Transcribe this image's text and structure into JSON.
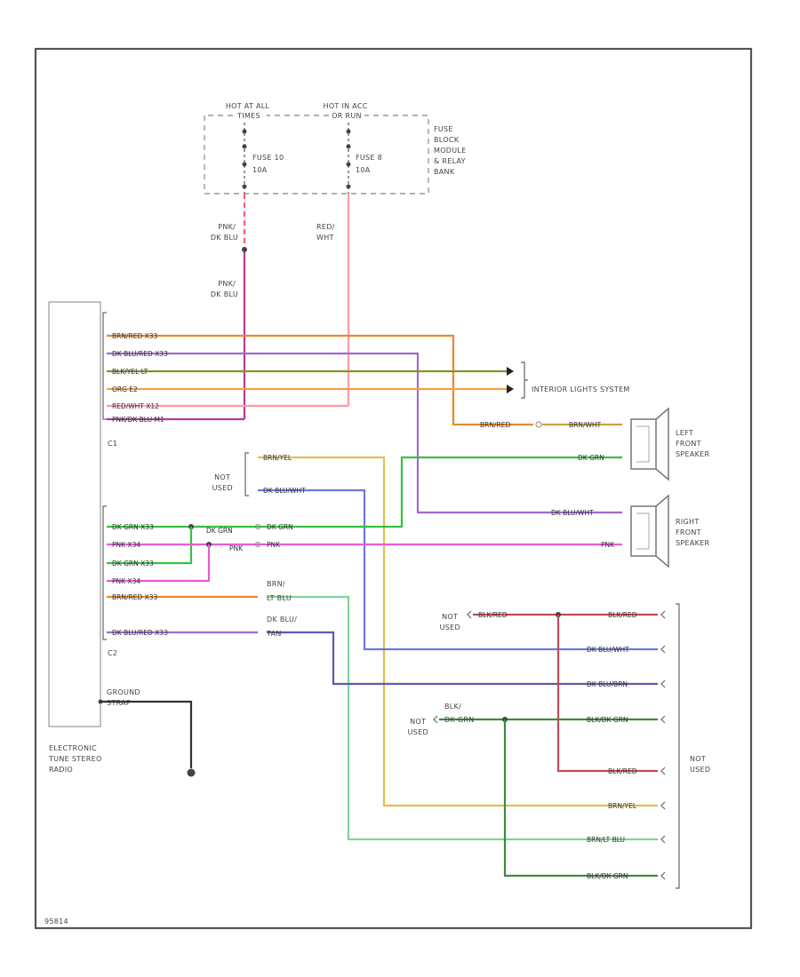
{
  "diagram_code": "95814",
  "fuse_block": {
    "hot_label_1": [
      "HOT AT ALL",
      "TIMES"
    ],
    "hot_label_2": [
      "HOT IN ACC",
      "OR RUN"
    ],
    "fuse_1": [
      "FUSE 10",
      "10A"
    ],
    "fuse_2": [
      "FUSE 8",
      "10A"
    ],
    "name": [
      "FUSE",
      "BLOCK",
      "MODULE",
      "& RELAY",
      "BANK"
    ]
  },
  "upper_wires": {
    "pink_upper": [
      "PNK/",
      "DK BLU"
    ],
    "pink_lower": [
      "PNK/",
      "DK BLU"
    ],
    "red_wht": [
      "RED/",
      "WHT"
    ]
  },
  "radio": {
    "name": [
      "ELECTRONIC",
      "TUNE STEREO",
      "RADIO"
    ],
    "c1": "C1",
    "c2": "C2",
    "ground": [
      "GROUND",
      "STRAP"
    ],
    "c1_wires": [
      "BRN/RED X33",
      "DK BLU/RED X33",
      "BLK/YEL LT",
      "ORG E2",
      "RED/WHT X12",
      "PNK/DK BLU M1"
    ],
    "c2_wires": [
      "DK GRN X33",
      "PNK X34",
      "DK GRN X33",
      "PNK X34",
      "BRN/RED X33",
      "DK BLU/RED X33"
    ]
  },
  "interior": "INTERIOR LIGHTS SYSTEM",
  "left_speaker": {
    "name": [
      "LEFT",
      "FRONT",
      "SPEAKER"
    ],
    "wire_1a": "BRN/RED",
    "wire_1b": "BRN/WHT",
    "wire_2": "DK GRN"
  },
  "right_speaker": {
    "name": [
      "RIGHT",
      "FRONT",
      "SPEAKER"
    ],
    "wire_1": "DK BLU/WHT",
    "wire_2": "PNK"
  },
  "splice_labels": {
    "dk_grn": "DK GRN",
    "dk_grn_2": "DK GRN",
    "pnk": "PNK",
    "pnk_2": "PNK",
    "brn_lt_blu": [
      "BRN/",
      "LT BLU"
    ],
    "dk_blu_tan": [
      "DK BLU/",
      "TAN"
    ]
  },
  "not_used_top": {
    "label": [
      "NOT",
      "USED"
    ],
    "wire_1": "BRN/YEL",
    "wire_2": "DK BLU/WHT"
  },
  "not_used_mid": {
    "label": [
      "NOT",
      "USED"
    ],
    "wire": "BLK/RED"
  },
  "not_used_low": {
    "label": [
      "NOT",
      "USED"
    ],
    "wire": [
      "BLK/",
      "DK GRN"
    ]
  },
  "right_column": {
    "not_used": [
      "NOT",
      "USED"
    ],
    "wires": [
      "BLK/RED",
      "DK BLU/WHT",
      "DK BLU/BRN",
      "BLK/DK GRN",
      "BLK/RED",
      "BRN/YEL",
      "BRN/LT BLU",
      "BLK/DK GRN"
    ]
  },
  "colors": {
    "brown": "#e8892a",
    "orange": "#f5a04a",
    "blk_yel": "#8b8f2a",
    "purple": "#7b4fb0",
    "pink": "#e65cd8",
    "pink_magenta": "#b03aa0",
    "red": "#ff7a8c",
    "green": "#38c040",
    "blue": "#6a78e0",
    "yellow": "#e0c050",
    "lt_green": "#7fd49a",
    "dk_green": "#3c8c3c",
    "red_dk": "#c24a5a",
    "ground": "#333333"
  }
}
